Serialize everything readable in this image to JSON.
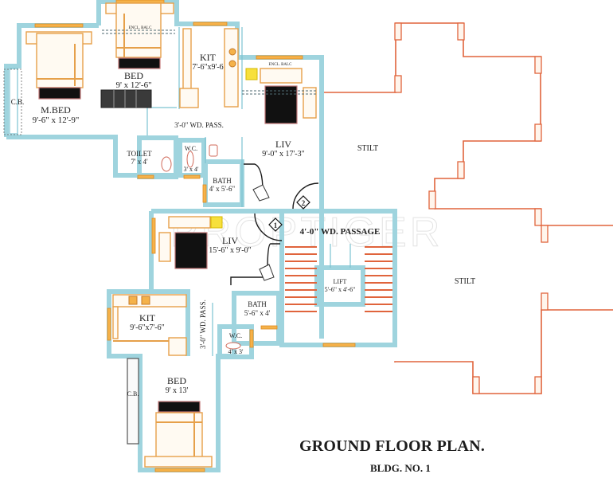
{
  "title": "GROUND FLOOR PLAN.",
  "subtitle": "BLDG. NO. 1",
  "watermark": "PROPTIGER",
  "colors": {
    "wall": "#9fd4de",
    "stilt_outline": "#e0643c",
    "window": "#f5b24a",
    "furniture": "#e6a04a",
    "text": "#222222"
  },
  "flat_a": {
    "master_bedroom": {
      "name": "M.BED",
      "size": "9'-6\" x 12'-9\""
    },
    "cupboard_1": "C.B.",
    "bedroom": {
      "name": "BED",
      "size": "9' x 12'-6\""
    },
    "balcony_1": "ENCL. BALC",
    "kitchen": {
      "name": "KIT",
      "size": "7'-6\"x9'-6"
    },
    "balcony_2": "ENCL. BALC",
    "passage": "3'-0\" WD. PASS.",
    "toilet": {
      "name": "TOILET",
      "size": "7' x 4'"
    },
    "wc": {
      "name": "W.C.",
      "size": "3' x 4'"
    },
    "bath": {
      "name": "BATH",
      "size": "4' x 5'-6\""
    },
    "living": {
      "name": "LIV",
      "size": "9'-0\" x 17'-3\""
    },
    "door_tag": "2"
  },
  "flat_b": {
    "door_tag": "1",
    "living": {
      "name": "LIV",
      "size": "15'-6\" x 9'-0\""
    },
    "kitchen": {
      "name": "KIT",
      "size": "9'-6\"x7'-6\""
    },
    "passage": "3'-0\" WD. PASS.",
    "bath": {
      "name": "BATH",
      "size": "5'-6\" x 4'"
    },
    "wc": {
      "name": "W.C.",
      "size": "4' x 3'"
    },
    "bedroom": {
      "name": "BED",
      "size": "9' x 13'"
    },
    "cupboard": "C.B."
  },
  "common": {
    "passage": "4'-0\" WD. PASSAGE",
    "lift": {
      "name": "LIFT",
      "size": "5'-6\" x 4'-6\""
    },
    "stilt_1": "STILT",
    "stilt_2": "STILT"
  }
}
